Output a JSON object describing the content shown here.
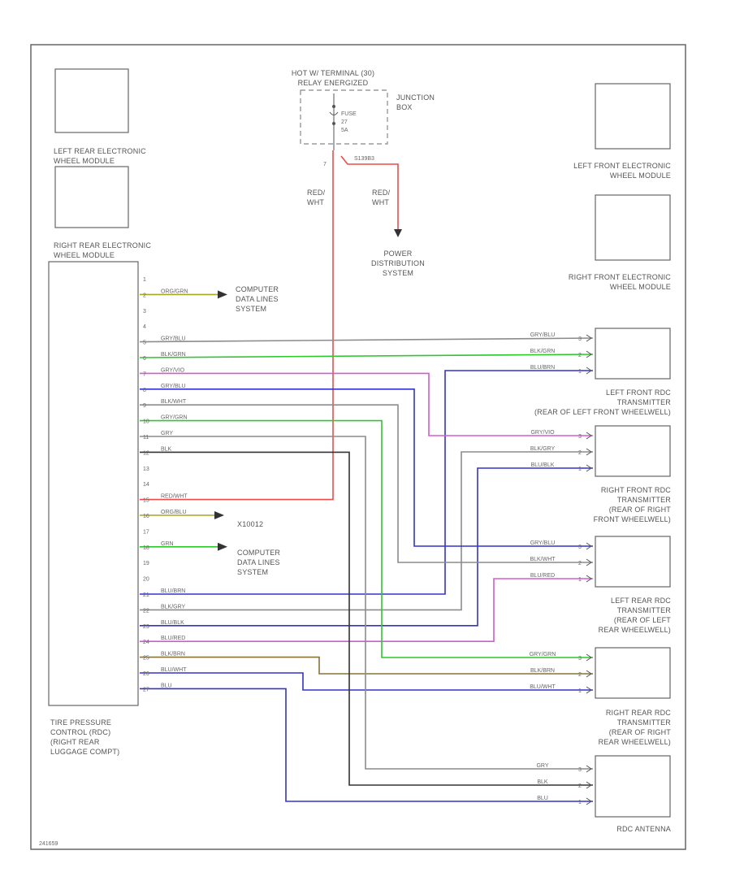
{
  "modules": {
    "left_rear": [
      "LEFT REAR ELECTRONIC",
      "WHEEL MODULE"
    ],
    "right_rear": [
      "RIGHT REAR ELECTRONIC",
      "WHEEL MODULE"
    ],
    "left_front": [
      "LEFT FRONT ELECTRONIC",
      "WHEEL MODULE"
    ],
    "right_front": [
      "RIGHT FRONT ELECTRONIC",
      "WHEEL MODULE"
    ]
  },
  "power": {
    "hot_label": [
      "HOT W/ TERMINAL (30)",
      "RELAY ENERGIZED"
    ],
    "junction_label": [
      "JUNCTION",
      "BOX"
    ],
    "fuse_label": [
      "FUSE",
      "27",
      "5A"
    ],
    "splice": "S139B3",
    "pin": "7",
    "wire_left": [
      "RED/",
      "WHT"
    ],
    "wire_right": [
      "RED/",
      "WHT"
    ],
    "pds_label": [
      "POWER",
      "DISTRIBUTION",
      "SYSTEM"
    ]
  },
  "controller": {
    "label": [
      "TIRE PRESSURE",
      "CONTROL (RDC)",
      "(RIGHT REAR",
      "LUGGAGE COMPT)"
    ],
    "pins": [
      {
        "pin": "1",
        "wire": ""
      },
      {
        "pin": "2",
        "wire": "ORG/GRN"
      },
      {
        "pin": "3",
        "wire": ""
      },
      {
        "pin": "4",
        "wire": ""
      },
      {
        "pin": "5",
        "wire": "GRY/BLU"
      },
      {
        "pin": "6",
        "wire": "BLK/GRN"
      },
      {
        "pin": "7",
        "wire": "GRY/VIO"
      },
      {
        "pin": "8",
        "wire": "GRY/BLU"
      },
      {
        "pin": "9",
        "wire": "BLK/WHT"
      },
      {
        "pin": "10",
        "wire": "GRY/GRN"
      },
      {
        "pin": "11",
        "wire": "GRY"
      },
      {
        "pin": "12",
        "wire": "BLK"
      },
      {
        "pin": "13",
        "wire": ""
      },
      {
        "pin": "14",
        "wire": ""
      },
      {
        "pin": "15",
        "wire": "RED/WHT"
      },
      {
        "pin": "16",
        "wire": "ORG/BLU"
      },
      {
        "pin": "17",
        "wire": ""
      },
      {
        "pin": "18",
        "wire": "GRN"
      },
      {
        "pin": "19",
        "wire": ""
      },
      {
        "pin": "20",
        "wire": ""
      },
      {
        "pin": "21",
        "wire": "BLU/BRN"
      },
      {
        "pin": "22",
        "wire": "BLK/GRY"
      },
      {
        "pin": "23",
        "wire": "BLU/BLK"
      },
      {
        "pin": "24",
        "wire": "BLU/RED"
      },
      {
        "pin": "25",
        "wire": "BLK/BRN"
      },
      {
        "pin": "26",
        "wire": "BLU/WHT"
      },
      {
        "pin": "27",
        "wire": "BLU"
      }
    ]
  },
  "destinations": {
    "cdl1": [
      "COMPUTER",
      "DATA LINES",
      "SYSTEM"
    ],
    "cdl2": [
      "COMPUTER",
      "DATA LINES",
      "SYSTEM"
    ],
    "x10012": "X10012"
  },
  "transmitters": {
    "lf": {
      "label": [
        "LEFT FRONT RDC",
        "TRANSMITTER",
        "(REAR OF LEFT FRONT WHEELWELL)"
      ],
      "wires": [
        {
          "name": "GRY/BLU",
          "pin": "3"
        },
        {
          "name": "BLK/GRN",
          "pin": "2"
        },
        {
          "name": "BLU/BRN",
          "pin": "1"
        }
      ]
    },
    "rf": {
      "label": [
        "RIGHT FRONT RDC",
        "TRANSMITTER",
        "(REAR OF RIGHT",
        "FRONT WHEELWELL)"
      ],
      "wires": [
        {
          "name": "GRY/VIO",
          "pin": "3"
        },
        {
          "name": "BLK/GRY",
          "pin": "2"
        },
        {
          "name": "BLU/BLK",
          "pin": "1"
        }
      ]
    },
    "lr": {
      "label": [
        "LEFT REAR RDC",
        "TRANSMITTER",
        "(REAR OF LEFT",
        "REAR WHEELWELL)"
      ],
      "wires": [
        {
          "name": "GRY/BLU",
          "pin": "3"
        },
        {
          "name": "BLK/WHT",
          "pin": "2"
        },
        {
          "name": "BLU/RED",
          "pin": "1"
        }
      ]
    },
    "rr": {
      "label": [
        "RIGHT REAR RDC",
        "TRANSMITTER",
        "(REAR OF RIGHT",
        "REAR WHEELWELL)"
      ],
      "wires": [
        {
          "name": "GRY/GRN",
          "pin": "3"
        },
        {
          "name": "BLK/BRN",
          "pin": "2"
        },
        {
          "name": "BLU/WHT",
          "pin": "1"
        }
      ]
    },
    "ant": {
      "label": [
        "RDC ANTENNA"
      ],
      "wires": [
        {
          "name": "GRY",
          "pin": "3"
        },
        {
          "name": "BLK",
          "pin": "2"
        },
        {
          "name": "BLU",
          "pin": "1"
        }
      ]
    }
  },
  "footer_id": "241659",
  "colors": {
    "red": "#f04a4a",
    "green": "#2cc82c",
    "gray": "#8c8c8c",
    "black": "#333333",
    "blue": "#3333cc",
    "violet": "#d45ad4",
    "olive": "#a8a820",
    "brown": "#8a7236"
  }
}
